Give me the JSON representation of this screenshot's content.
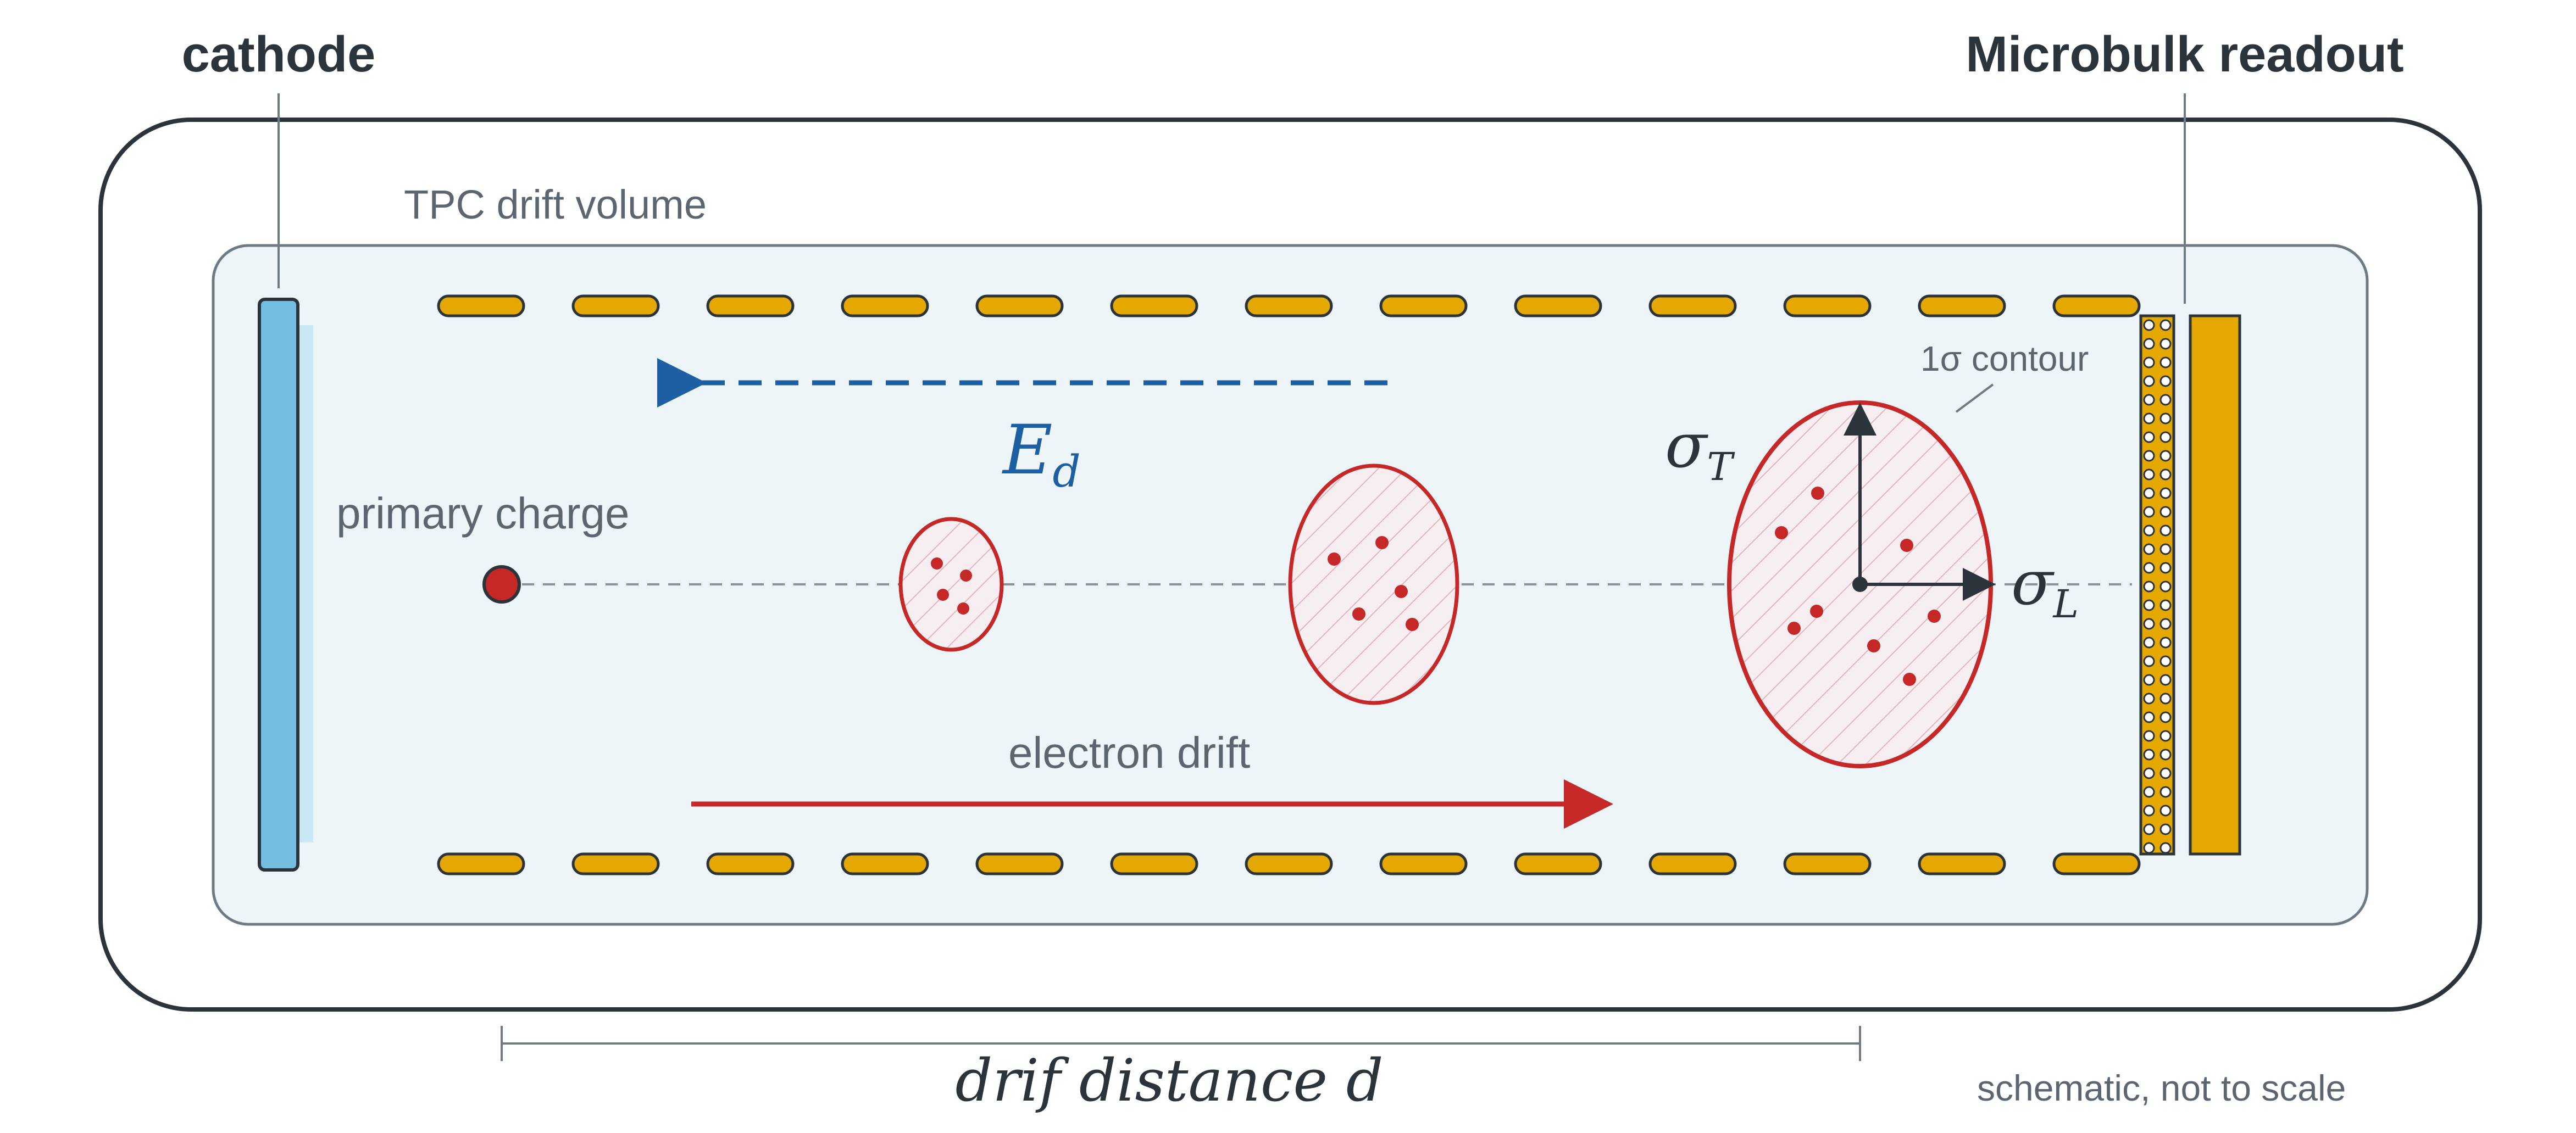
{
  "labels": {
    "cathode": "cathode",
    "readout": "Microbulk readout",
    "volume": "TPC drift volume",
    "contour": "1σ contour",
    "primary_charge": "primary charge",
    "field_symbol": "E",
    "field_subscript": "d",
    "electron_drift": "electron drift",
    "sigma_t_symbol": "σ",
    "sigma_t_subscript": "T",
    "sigma_l_symbol": "σ",
    "sigma_l_subscript": "L",
    "distance": "drif distance d",
    "note": "schematic, not to scale"
  },
  "colors": {
    "outline": "#2b333b",
    "volume_fill": "#eef5f9",
    "volume_stroke": "#6f7b84",
    "cathode": "#73bde0",
    "cathode_glow": "#c9e8f6",
    "field_ring": "#e4a800",
    "field_arrow": "#1d5fa3",
    "drift_arrow": "#c62828",
    "cloud": "#c62828",
    "label_gray": "#5b6670"
  }
}
